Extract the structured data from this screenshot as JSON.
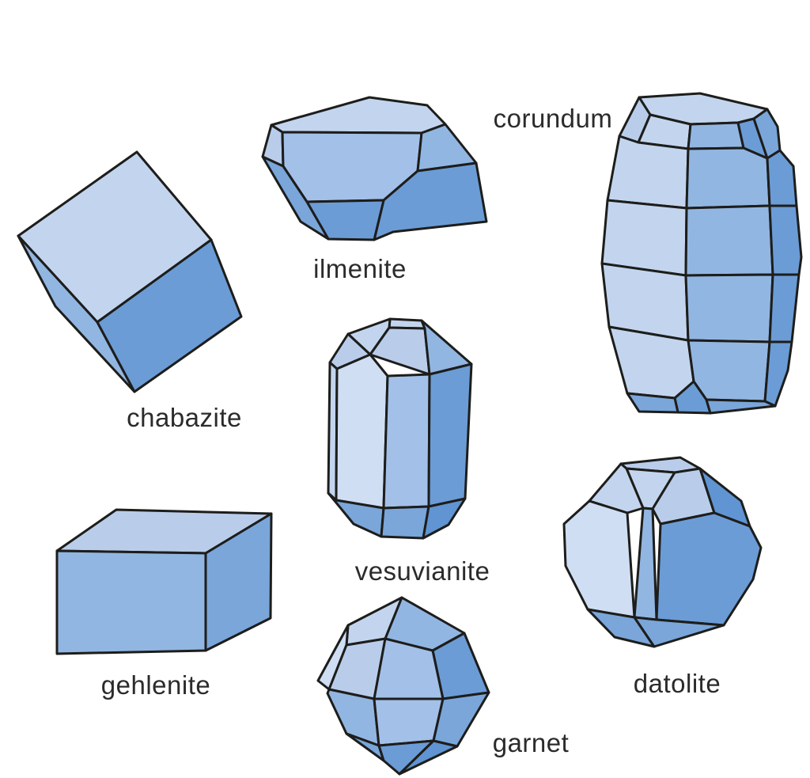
{
  "crystals": {
    "chabazite": {
      "label": "chabazite"
    },
    "ilmenite": {
      "label": "ilmenite"
    },
    "corundum": {
      "label": "corundum"
    },
    "vesuvianite": {
      "label": "vesuvianite"
    },
    "gehlenite": {
      "label": "gehlenite"
    },
    "garnet": {
      "label": "garnet"
    },
    "datolite": {
      "label": "datolite"
    }
  },
  "colors": {
    "background": "#ffffff",
    "label_text": "#2b2b2b",
    "outline": "#1d1d1b",
    "face_lightest": "#cfdef3",
    "face_light": "#c3d5ee",
    "face_light2": "#b9cdeb",
    "face_medium_light": "#a3c0e8",
    "face_medium": "#92b6e2",
    "face_medium_dark": "#7aa6da",
    "face_dark": "#6b9cd6",
    "face_darkest": "#6094d2"
  }
}
